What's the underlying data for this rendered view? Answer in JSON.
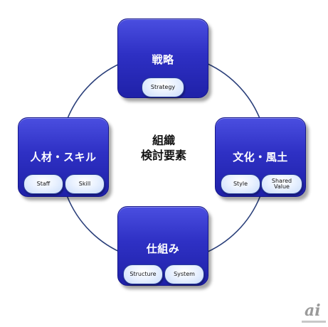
{
  "center": {
    "line1": "組織",
    "line2": "検討要素"
  },
  "nodes": {
    "top": {
      "title": "戦略",
      "pills": [
        "Strategy"
      ]
    },
    "left": {
      "title": "人材・スキル",
      "pills": [
        "Staff",
        "Skill"
      ]
    },
    "right": {
      "title": "文化・風土",
      "pills": [
        "Style",
        "Shared\nValue"
      ]
    },
    "bottom": {
      "title": "仕組み",
      "pills": [
        "Structure",
        "System"
      ]
    }
  },
  "logo": "ai",
  "colors": {
    "box": "#2e30c4",
    "ring": "#2a3f7a",
    "pill": "#e8f0ff"
  }
}
